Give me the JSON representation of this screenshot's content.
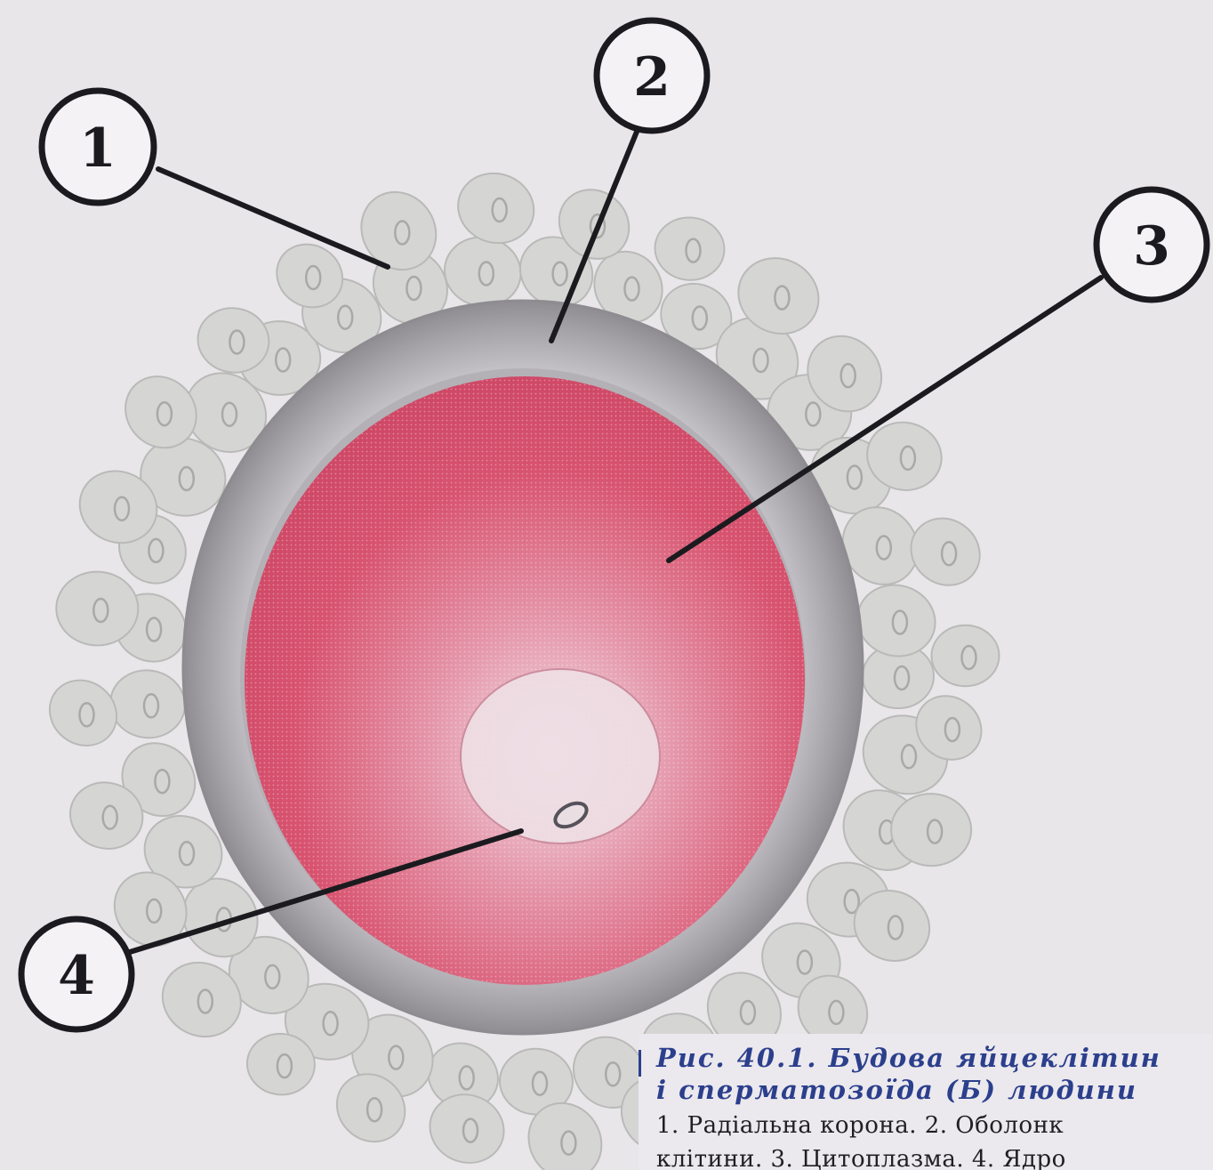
{
  "figure": {
    "callouts": [
      {
        "number": "1",
        "target": "radial corona cell"
      },
      {
        "number": "2",
        "target": "egg membrane"
      },
      {
        "number": "3",
        "target": "cytoplasm"
      },
      {
        "number": "4",
        "target": "nucleus"
      }
    ]
  },
  "caption": {
    "line1": "Рис. 40.1. Будова яйцеклітин",
    "line2": "і сперматозоїда (Б) людини",
    "line3": "1. Радіальна корона. 2. Оболонк",
    "line4": "клітини. 3. Цитоплазма. 4. Ядро"
  },
  "colors": {
    "background": "#e9e6ea",
    "corona_cells": "#d5d6d4",
    "membrane": "#a8a6ab",
    "cytoplasm": "#d8506f",
    "nucleus": "#f1e1e7",
    "callout_outline": "#1b1b1f",
    "caption_title": "#2b3f8c"
  }
}
